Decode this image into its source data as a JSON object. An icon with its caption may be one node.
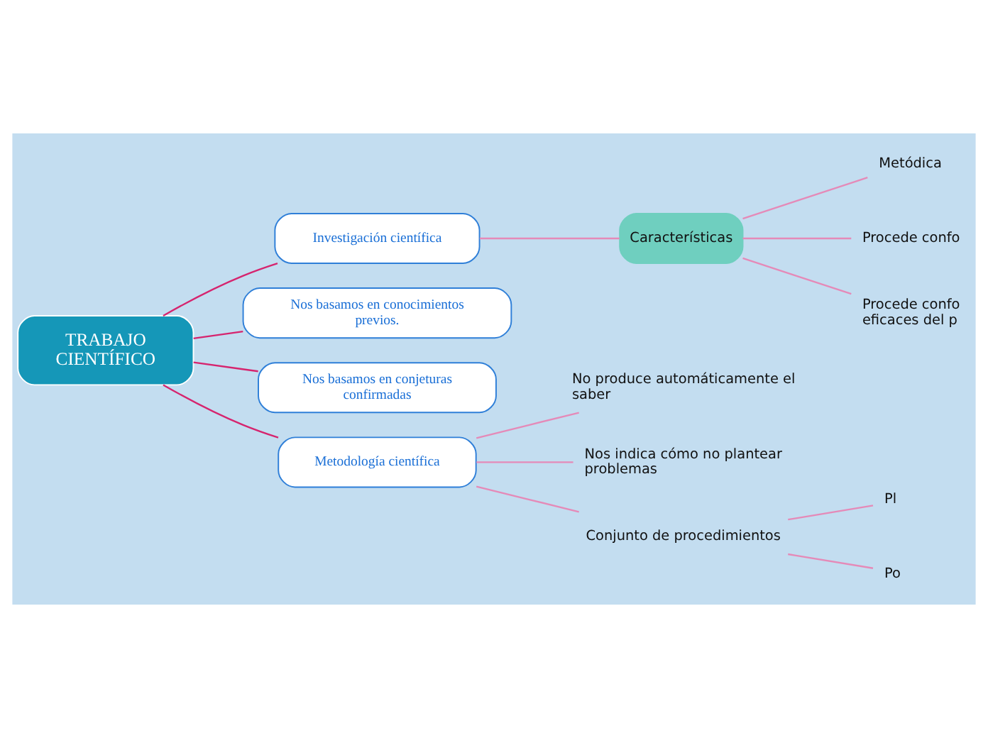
{
  "diagram": {
    "nodes": [
      {
        "text": [
          "TRABAJO CIENTÍFICO"
        ]
      },
      {
        "text": [
          "Investigación científica"
        ]
      },
      {
        "text": [
          "Características"
        ]
      },
      {
        "text": [
          "Metódica"
        ]
      },
      {
        "text": [
          "Procede confo"
        ]
      },
      {
        "text": [
          "Procede confo eficaces del p"
        ]
      },
      {
        "text": [
          "Nos basamos en conocimientos previos."
        ]
      },
      {
        "text": [
          "Nos basamos en conjeturas confirmadas"
        ]
      },
      {
        "text": [
          "Metodología científica"
        ]
      },
      {
        "text": [
          "No produce automáticamente el saber"
        ]
      },
      {
        "text": [
          "Nos indica cómo no plantear problemas"
        ]
      },
      {
        "text": [
          "Conjunto de procedimientos"
        ]
      },
      {
        "text": [
          "Pl"
        ]
      },
      {
        "text": [
          "Po"
        ]
      }
    ],
    "edges": [
      {
        "from": 0,
        "to": 1,
        "arrow": "none",
        "color": "#d6246e"
      },
      {
        "from": 1,
        "to": 2,
        "arrow": "none"
      },
      {
        "from": 2,
        "to": 3,
        "arrow": "none"
      },
      {
        "from": 2,
        "to": 4,
        "arrow": "none"
      },
      {
        "from": 2,
        "to": 5,
        "arrow": "none"
      },
      {
        "from": 0,
        "to": 6,
        "arrow": "none",
        "color": "#d6246e"
      },
      {
        "from": 0,
        "to": 7,
        "arrow": "none",
        "color": "#d6246e"
      },
      {
        "from": 0,
        "to": 8,
        "arrow": "none",
        "color": "#d6246e"
      },
      {
        "from": 8,
        "to": 9,
        "arrow": "none"
      },
      {
        "from": 8,
        "to": 10,
        "arrow": "none"
      },
      {
        "from": 8,
        "to": 11,
        "arrow": "none"
      },
      {
        "from": 11,
        "to": 12,
        "arrow": "none"
      },
      {
        "from": 11,
        "to": 13,
        "arrow": "none"
      }
    ]
  }
}
